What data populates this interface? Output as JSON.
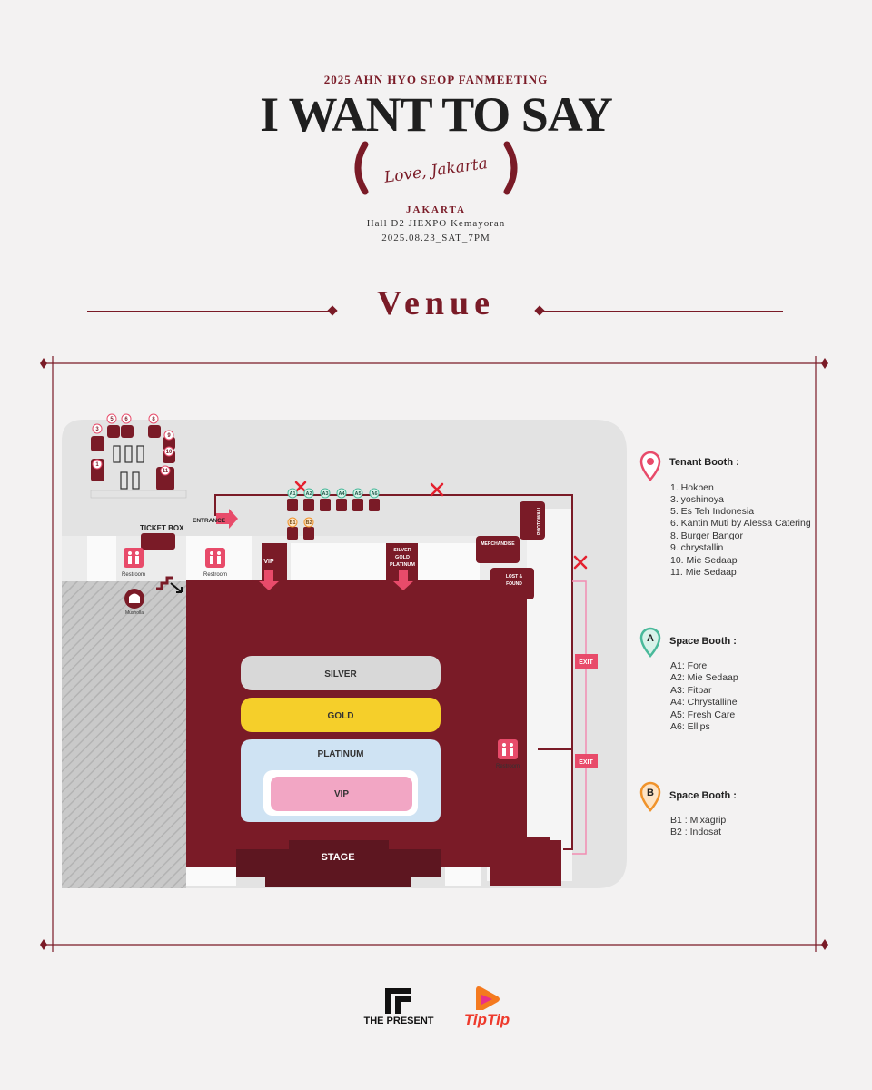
{
  "header": {
    "subtitle": "2025 AHN HYO SEOP FANMEETING",
    "title": "I WANT TO SAY",
    "script_line": "Love, Jakarta",
    "city": "JAKARTA",
    "venue": "Hall D2 JIEXPO Kemayoran",
    "date": "2025.08.23_SAT_7PM"
  },
  "section_title": "Venue",
  "map": {
    "labels": {
      "ticket_box": "TICKET BOX",
      "entrance": "ENTRANCE",
      "restroom_1": "Restroom",
      "restroom_2": "Restroom",
      "restroom_3": "Restroom",
      "vip_gate": "VIP",
      "silver_gate_1": "SILVER",
      "silver_gate_2": "GOLD",
      "silver_gate_3": "PLATINUM",
      "merchandise": "MERCHANDISE",
      "lost_found_1": "LOST &",
      "lost_found_2": "FOUND",
      "photowall": "PHOTOWALL",
      "exit_1": "EXIT",
      "exit_2": "EXIT",
      "musholla": "Musholla",
      "silver": "SILVER",
      "gold": "GOLD",
      "platinum": "PLATINUM",
      "vip": "VIP",
      "stage": "STAGE"
    },
    "tenant_numbers": [
      "3",
      "5",
      "6",
      "8",
      "9",
      "10",
      "1",
      "11"
    ],
    "space_a_tags": [
      "A1",
      "A2",
      "A3",
      "A4",
      "A5",
      "A6"
    ],
    "space_b_tags": [
      "B1",
      "B2"
    ]
  },
  "legend": {
    "tenant": {
      "title": "Tenant Booth :",
      "items": [
        "1. Hokben",
        "3. yoshinoya",
        "5. Es Teh Indonesia",
        "6. Kantin Muti by Alessa Catering",
        "8. Burger Bangor",
        "9. chrystallin",
        "10. Mie Sedaap",
        "11. Mie Sedaap"
      ]
    },
    "space_a": {
      "pin_letter": "A",
      "title": "Space Booth :",
      "items": [
        "A1: Fore",
        "A2: Mie Sedaap",
        "A3: Fitbar",
        "A4: Chrystalline",
        "A5: Fresh Care",
        "A6: Ellips"
      ]
    },
    "space_b": {
      "pin_letter": "B",
      "title": "Space Booth :",
      "items": [
        "B1 : Mixagrip",
        "B2 : Indosat"
      ]
    }
  },
  "footer": {
    "brand_1": "THE PRESENT",
    "brand_2": "TipTip"
  },
  "colors": {
    "maroon": "#7a1b27",
    "gold": "#f5cf2a",
    "silver": "#d8d8d8",
    "platinum": "#cfe3f3",
    "vip": "#f2a6c4",
    "pink": "#e84b6a",
    "teal": "#49b99a",
    "orange": "#f0932b"
  }
}
